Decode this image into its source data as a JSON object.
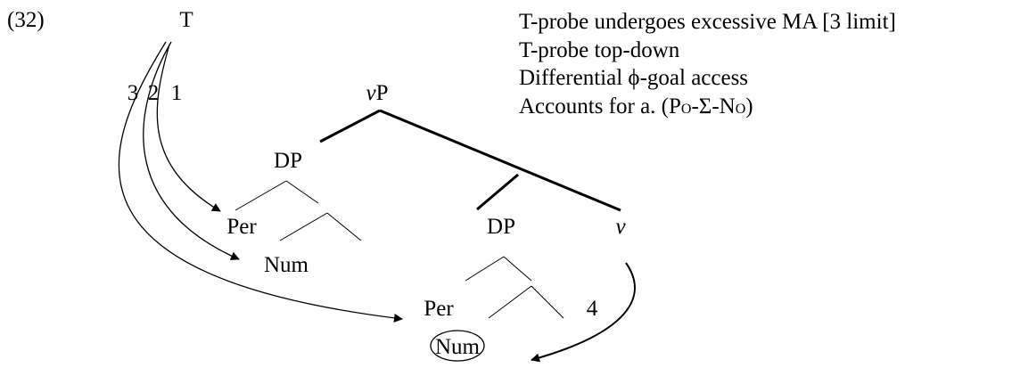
{
  "example": {
    "number": "(32)"
  },
  "tree": {
    "root": "T",
    "vp": {
      "head": "v",
      "rest": "P"
    },
    "dp1": "DP",
    "per1": "Per",
    "num1": "Num",
    "dp2": "DP",
    "v": "v",
    "per2": "Per",
    "num2": "Num"
  },
  "arrows": {
    "one": "1",
    "two": "2",
    "three": "3",
    "four": "4"
  },
  "notes": {
    "line1": "T-probe undergoes excessive MA [3 limit]",
    "line2": "T-probe top-down",
    "line3_a": "Differential ",
    "line3_phi": "ϕ",
    "line3_b": "-goal access",
    "line4_a": "Accounts for a. (P",
    "line4_sub1": "O",
    "line4_b": "-Σ-N",
    "line4_sub2": "O",
    "line4_c": ")"
  }
}
